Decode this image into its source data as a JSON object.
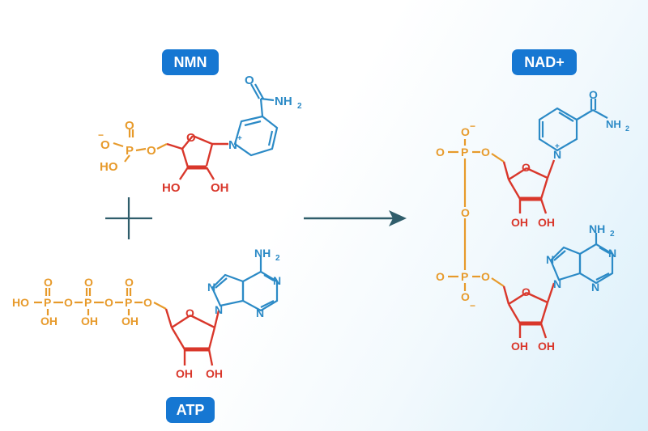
{
  "labels": {
    "nmn": "NMN",
    "atp": "ATP",
    "nad": "NAD+"
  },
  "atoms": {
    "O": "O",
    "P": "P",
    "N": "N",
    "HO": "HO",
    "OH": "OH",
    "NH2": "NH2",
    "nh": "NH",
    "sub2": "2",
    "minus": "−",
    "plus": "+",
    "eq": "=",
    "dash": "–"
  },
  "colors": {
    "phosphate": "#e79a2b",
    "ribose": "#d9372b",
    "base": "#2b8ac6",
    "badge": "#1677d2",
    "arrow": "#2f5d6b"
  },
  "icons": {
    "plus": "plus-icon",
    "arrow": "reaction-arrow-icon"
  }
}
